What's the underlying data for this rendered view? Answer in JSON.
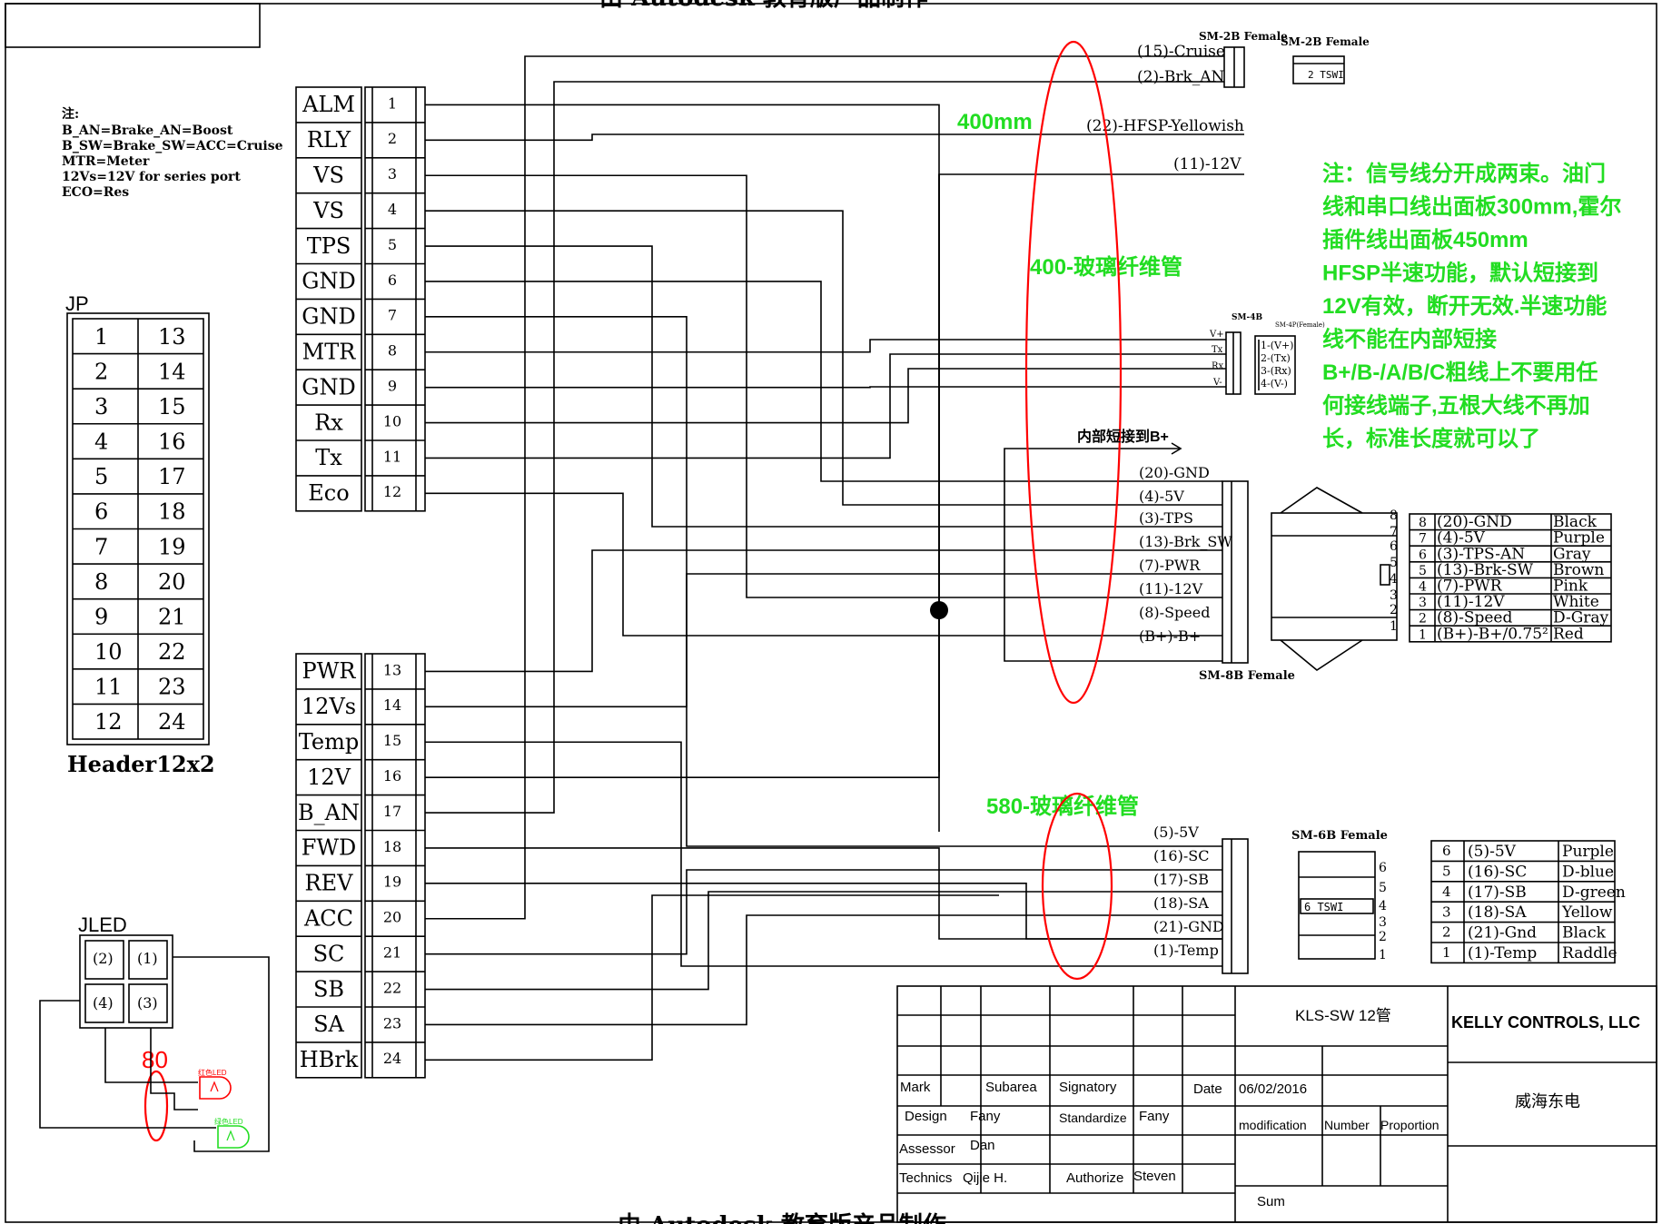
{
  "header_top_text": "由 Autodesk 教育版产品制作",
  "footer_bottom_text": "由 Autodesk 教育版产品制作",
  "notes_block": {
    "title": "注:",
    "lines": [
      "B_AN=Brake_AN=Boost",
      "B_SW=Brake_SW=ACC=Cruise",
      "MTR=Meter",
      "12Vs=12V for series port",
      "ECO=Res"
    ]
  },
  "jp_header": {
    "title": "JP",
    "caption": "Header12x2",
    "left": [
      "1",
      "2",
      "3",
      "4",
      "5",
      "6",
      "7",
      "8",
      "9",
      "10",
      "11",
      "12"
    ],
    "right": [
      "13",
      "14",
      "15",
      "16",
      "17",
      "18",
      "19",
      "20",
      "21",
      "22",
      "23",
      "24"
    ]
  },
  "main_connector": {
    "labels_top": [
      "ALM",
      "RLY",
      "VS",
      "VS",
      "TPS",
      "GND",
      "GND",
      "MTR",
      "GND",
      "Rx",
      "Tx",
      "Eco"
    ],
    "pins_top": [
      "1",
      "2",
      "3",
      "4",
      "5",
      "6",
      "7",
      "8",
      "9",
      "10",
      "11",
      "12"
    ],
    "labels_bottom": [
      "PWR",
      "12Vs",
      "Temp",
      "12V",
      "B_AN",
      "FWD",
      "REV",
      "ACC",
      "SC",
      "SB",
      "SA",
      "HBrk"
    ],
    "pins_bottom": [
      "13",
      "14",
      "15",
      "16",
      "17",
      "18",
      "19",
      "20",
      "21",
      "22",
      "23",
      "24"
    ]
  },
  "sm2b": {
    "title1": "SM-2B Female",
    "title2": "SM-2B Female",
    "wires": [
      "(15)-Cruise",
      "(2)-Brk_AN"
    ],
    "plug_text": "2 TSWI"
  },
  "hfsp_wire": "(22)-HFSP-Yellowish",
  "v12_wire": "(11)-12V",
  "len_400": "400mm",
  "tube_400": "400-玻璃纤维管",
  "tube_580": "580-玻璃纤维管",
  "led_len": "80",
  "sm4b": {
    "title": "SM-4B",
    "title2": "SM-4P(Female)",
    "side": [
      "V+",
      "Tx",
      "Rx",
      "V-"
    ],
    "pins": [
      "1-(V+)",
      "2-(Tx)",
      "3-(Rx)",
      "4-(V-)"
    ]
  },
  "short_note": "内部短接到B+",
  "sm8b": {
    "title": "SM-8B Female",
    "wires": [
      "(20)-GND",
      "(4)-5V",
      "(3)-TPS",
      "(13)-Brk_SW",
      "(7)-PWR",
      "(11)-12V",
      "(8)-Speed",
      "(B+)-B+"
    ],
    "plug_pins": [
      "8",
      "7",
      "6",
      "5",
      "4",
      "3",
      "2",
      "1"
    ],
    "table": [
      {
        "n": "8",
        "sig": "(20)-GND",
        "color": "Black"
      },
      {
        "n": "7",
        "sig": "(4)-5V",
        "color": "Purple"
      },
      {
        "n": "6",
        "sig": "(3)-TPS-AN",
        "color": "Gray"
      },
      {
        "n": "5",
        "sig": "(13)-Brk-SW",
        "color": "Brown"
      },
      {
        "n": "4",
        "sig": "(7)-PWR",
        "color": "Pink"
      },
      {
        "n": "3",
        "sig": "(11)-12V",
        "color": "White"
      },
      {
        "n": "2",
        "sig": "(8)-Speed",
        "color": "D-Gray"
      },
      {
        "n": "1",
        "sig": "(B+)-B+/0.75²",
        "color": "Red"
      }
    ]
  },
  "sm6b": {
    "title": "SM-6B Female",
    "wires": [
      "(5)-5V",
      "(16)-SC",
      "(17)-SB",
      "(18)-SA",
      "(21)-GND",
      "(1)-Temp"
    ],
    "plug_pins": [
      "6",
      "5",
      "4",
      "3",
      "2",
      "1"
    ],
    "plug_text": "6 TSWI",
    "table": [
      {
        "n": "6",
        "sig": "(5)-5V",
        "color": "Purple"
      },
      {
        "n": "5",
        "sig": "(16)-SC",
        "color": "D-blue"
      },
      {
        "n": "4",
        "sig": "(17)-SB",
        "color": "D-green"
      },
      {
        "n": "3",
        "sig": "(18)-SA",
        "color": "Yellow"
      },
      {
        "n": "2",
        "sig": "(21)-Gnd",
        "color": "Black"
      },
      {
        "n": "1",
        "sig": "(1)-Temp",
        "color": "Raddle"
      }
    ]
  },
  "green_note": [
    "注：信号线分开成两束。油门",
    "线和串口线出面板300mm,霍尔",
    "插件线出面板450mm",
    "HFSP半速功能，默认短接到",
    "12V有效，断开无效.半速功能",
    "线不能在内部短接",
    "B+/B-/A/B/C粗线上不要用任",
    "何接线端子,五根大线不再加",
    "长，标准长度就可以了"
  ],
  "jled": {
    "title": "JLED",
    "cells": [
      "(2)",
      "(1)",
      "(4)",
      "(3)"
    ],
    "led_red": "红色LED",
    "led_green": "绿色LED"
  },
  "title_block": {
    "doc_name": "KLS-SW 12管",
    "company": "KELLY CONTROLS, LLC",
    "company_cn": "威海东电",
    "mark": "Mark",
    "subarea": "Subarea",
    "signatory": "Signatory",
    "date_label": "Date",
    "date_value": "06/02/2016",
    "design": "Design",
    "design_name": "Fany",
    "standardize": "Standardize",
    "standardize_name": "Fany",
    "assessor": "Assessor",
    "assessor_name": "Dan",
    "technics": "Technics",
    "technics_name": "Qijie H.",
    "authorize": "Authorize",
    "authorize_name": "Steven",
    "modification": "modification",
    "number": "Number",
    "proportion": "Proportion",
    "sum": "Sum"
  }
}
